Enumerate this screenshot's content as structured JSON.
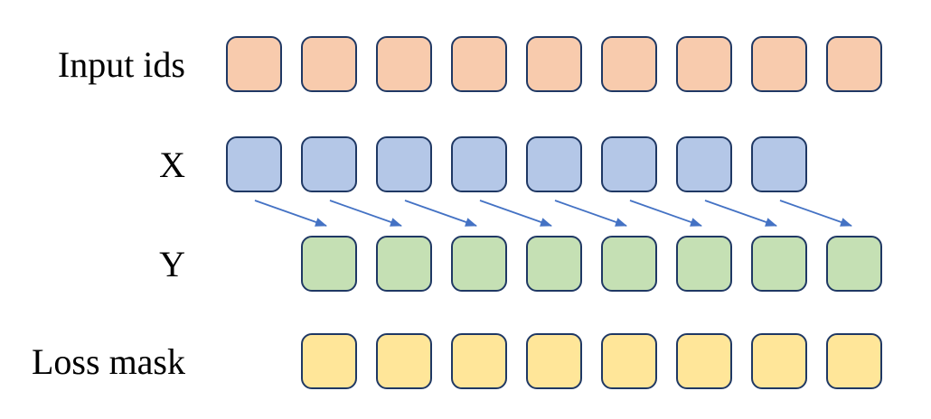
{
  "diagram": {
    "background": "#ffffff",
    "square_border_color": "#1F3864",
    "rows": [
      {
        "id": "input-ids",
        "label": "Input ids",
        "fill": "#F8CBAD",
        "count": 9,
        "start_col": 0
      },
      {
        "id": "x",
        "label": "X",
        "fill": "#B4C7E7",
        "count": 8,
        "start_col": 0
      },
      {
        "id": "y",
        "label": "Y",
        "fill": "#C5E0B4",
        "count": 8,
        "start_col": 1
      },
      {
        "id": "loss-mask",
        "label": "Loss mask",
        "fill": "#FFE699",
        "count": 8,
        "start_col": 1
      }
    ],
    "arrows": {
      "count": 8,
      "color": "#4472C4",
      "from_row": "x",
      "to_row": "y"
    }
  }
}
